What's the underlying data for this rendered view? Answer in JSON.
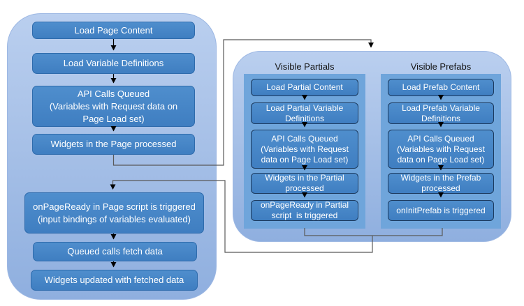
{
  "flow": {
    "page": {
      "boxes": [
        {
          "label": "Load Page Content"
        },
        {
          "label": "Load Variable Definitions"
        },
        {
          "label": "API Calls Queued\n(Variables with Request data on\nPage Load set)"
        },
        {
          "label": "Widgets in the Page processed"
        },
        {
          "label": "onPageReady in Page script is triggered\n(input bindings of variables evaluated)"
        },
        {
          "label": "Queued calls fetch data"
        },
        {
          "label": "Widgets updated with fetched data"
        }
      ]
    },
    "partials": {
      "title": "Visible Partials",
      "boxes": [
        {
          "label": "Load Partial Content"
        },
        {
          "label": "Load Partial Variable\nDefinitions"
        },
        {
          "label": "API Calls Queued\n(Variables with Request\ndata on Page Load set)"
        },
        {
          "label": "Widgets in the Partial\nprocessed"
        },
        {
          "label": "onPageReady in Partial\nscript  is triggered"
        }
      ]
    },
    "prefabs": {
      "title": "Visible Prefabs",
      "boxes": [
        {
          "label": "Load Prefab Content"
        },
        {
          "label": "Load Prefab Variable\nDefinitions"
        },
        {
          "label": "API Calls Queued\n(Variables with Request\ndata on Page Load set)"
        },
        {
          "label": "Widgets in the Prefab\nprocessed"
        },
        {
          "label": "onInitPrefab is triggered"
        }
      ]
    },
    "colors": {
      "container_gradient_top": "#bacfef",
      "container_gradient_bottom": "#8fafdf",
      "column_fill": "#6fa5db",
      "step_fill_top": "#4f8ecd",
      "step_fill_bottom": "#3f7ec1",
      "step_border_page": "#2e6bac",
      "step_border_inner": "#1c3a5e",
      "step_text": "#ffffff",
      "title_text": "#161616",
      "connector_line": "#595959",
      "arrow_line": "#000000"
    }
  }
}
